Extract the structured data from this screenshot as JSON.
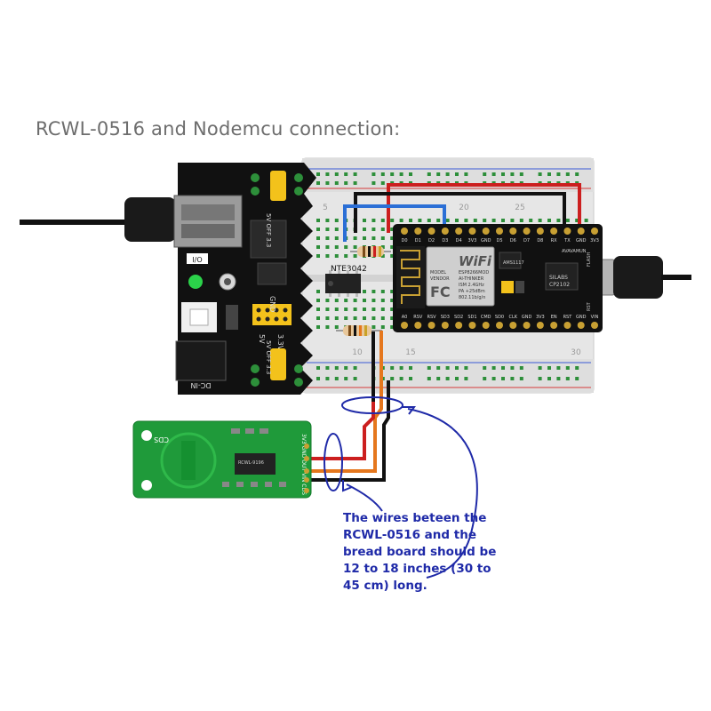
{
  "title": "RCWL-0516 and Nodemcu connection:",
  "breadboard": {
    "col_numbers": [
      "5",
      "10",
      "15",
      "20",
      "25",
      "30"
    ]
  },
  "power_module": {
    "labels": {
      "top_rail": "5V OFF 3.3",
      "bottom_rail": "5V OFF 3.3",
      "gnd": "GND",
      "v33": "3.3V",
      "v5": "5V",
      "dc_in": "DC-IN",
      "switch": "I/O"
    }
  },
  "ic": {
    "label": "NTE3042"
  },
  "nodemcu": {
    "top_pins": [
      "D0",
      "D1",
      "D2",
      "D3",
      "D4",
      "3V3",
      "GND",
      "D5",
      "D6",
      "D7",
      "D8",
      "RX",
      "TX",
      "GND",
      "3V3"
    ],
    "bottom_pins": [
      "A0",
      "RSV",
      "RSV",
      "SD3",
      "SD2",
      "SD1",
      "CMD",
      "SD0",
      "CLK",
      "GND",
      "3V3",
      "EN",
      "RST",
      "GND",
      "VIN"
    ],
    "module_text": [
      "MODEL",
      "VENDOR",
      "ESP8266MOD",
      "AI-THINKER",
      "ISM 2.4GHz",
      "PA +25dBm",
      "802.11b/g/n"
    ],
    "wifi": "WiFi",
    "fc": "FC",
    "brand": "AVAVAMUN",
    "chip": [
      "SILABS",
      "CP2102"
    ],
    "reg": "AMS1117",
    "flash": "FLASH",
    "rst": "RST"
  },
  "sensor": {
    "labels": {
      "cds": "CDS",
      "chip": "RCWL-9196",
      "pins": "3V3 GND OUT VIN CDS"
    }
  },
  "annotation": {
    "lines": [
      "The wires beteen the",
      "RCWL-0516 and the",
      "bread board should be",
      "12 to 18 inches (30 to",
      "45 cm) long."
    ]
  },
  "colors": {
    "wire_red": "#cc1f1f",
    "wire_blue": "#2b6fd6",
    "wire_orange": "#e5771d",
    "wire_black": "#111111",
    "annotation": "#1f2aa8"
  }
}
